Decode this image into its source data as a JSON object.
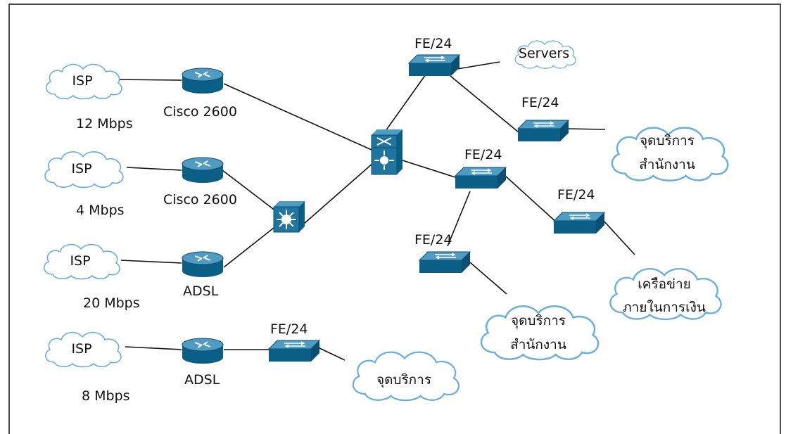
{
  "colors": {
    "device_top": "#4f9bc2",
    "device_side": "#0b5f87",
    "device_stroke": "#0a4f72",
    "cloud_stroke": "#6aaee0",
    "line": "#111111",
    "frame": "#111111"
  },
  "icons": {
    "router": "router-icon",
    "switch": "switch-icon",
    "multilayer_switch": "multilayer-switch-icon",
    "aggregation_switch": "aggregation-switch-icon",
    "cloud": "cloud-icon"
  },
  "labels": {
    "isp_1": "ISP",
    "isp_2": "ISP",
    "isp_3": "ISP",
    "isp_4": "ISP",
    "speed_1": "12 Mbps",
    "speed_2": "4 Mbps",
    "speed_3": "20 Mbps",
    "speed_4": "8 Mbps",
    "router_1": "Cisco 2600",
    "router_2": "Cisco 2600",
    "router_3": "ADSL",
    "router_4": "ADSL",
    "switch_top": "FE/24",
    "switch_right_upper": "FE/24",
    "switch_middle": "FE/24",
    "switch_right_lower": "FE/24",
    "switch_lower_left": "FE/24",
    "switch_bottom": "FE/24",
    "cloud_servers": "Servers",
    "cloud_office_1_line1": "จุดบริการ",
    "cloud_office_1_line2": "สำนักงาน",
    "cloud_finance_line1": "เครือข่าย",
    "cloud_finance_line2": "ภายในการเงิน",
    "cloud_office_2_line1": "จุดบริการ",
    "cloud_office_2_line2": "สำนักงาน",
    "cloud_service": "จุดบริการ"
  }
}
